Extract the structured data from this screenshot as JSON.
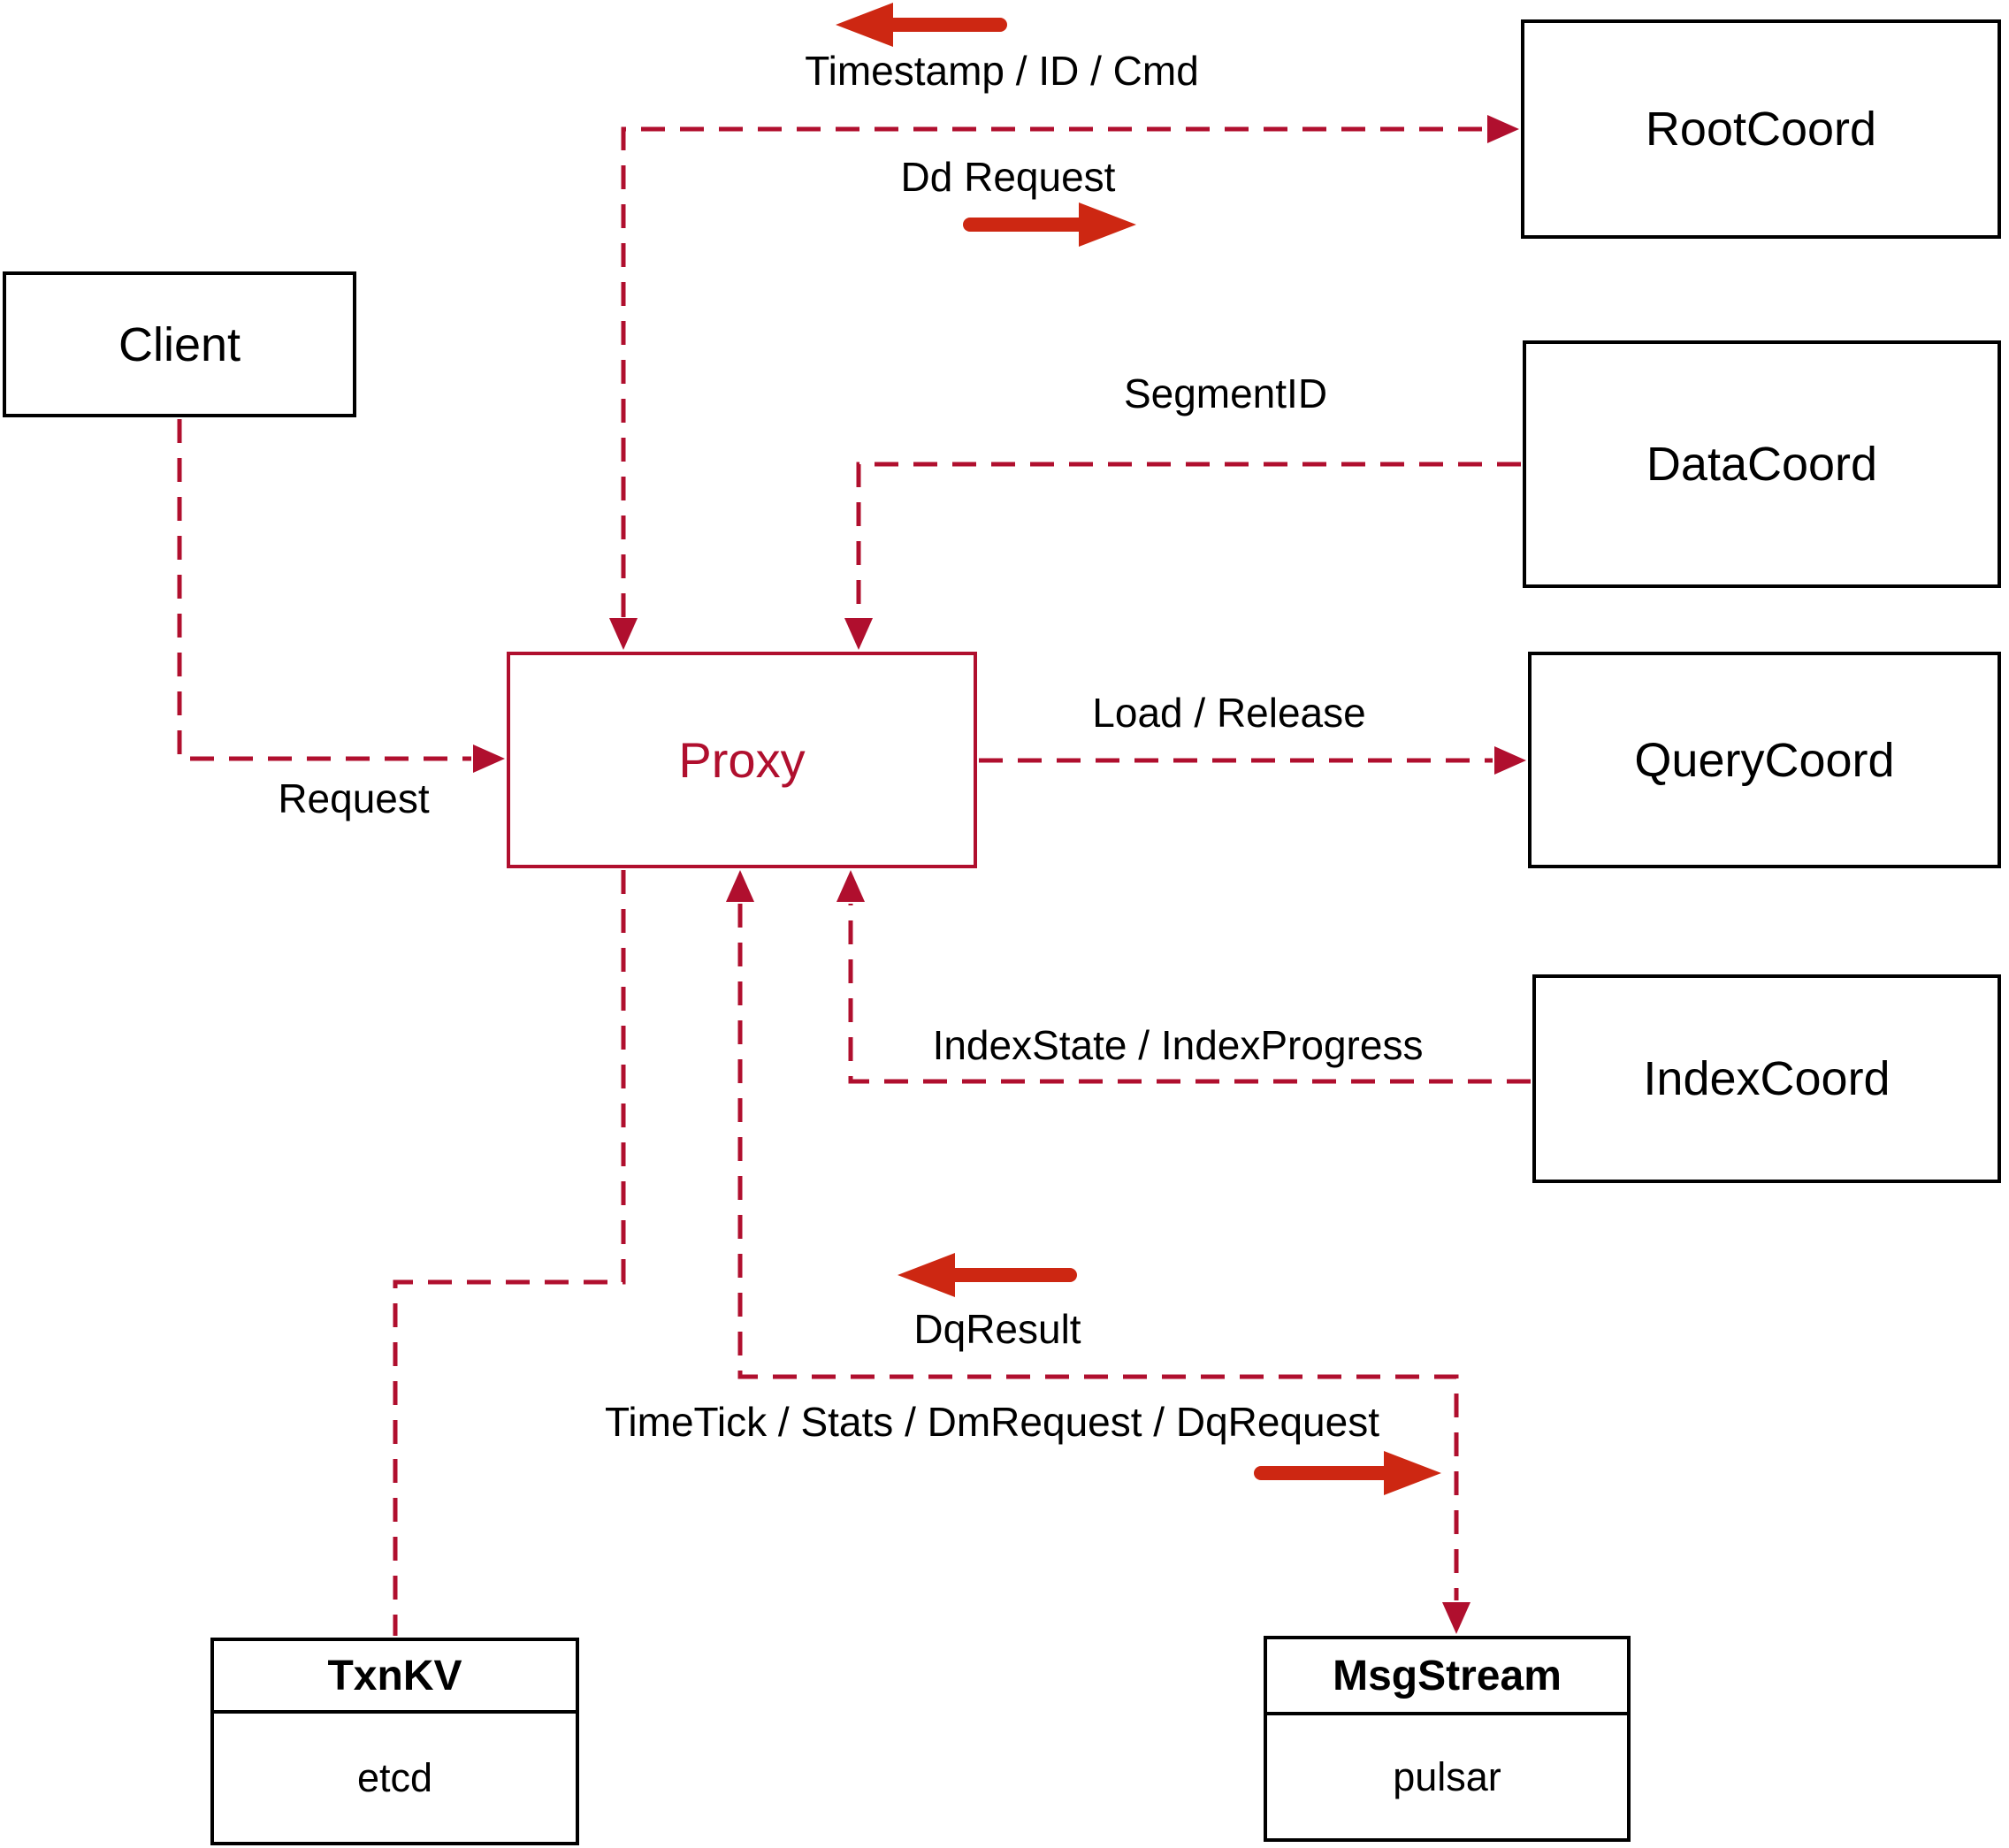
{
  "colors": {
    "dashed_line": "#b00f2e",
    "proxy_accent": "#b00f2e",
    "solid_arrow": "#cd2712",
    "box_border": "#000000",
    "text": "#000000",
    "background": "#ffffff"
  },
  "nodes": {
    "client": {
      "label": "Client"
    },
    "proxy": {
      "label": "Proxy"
    },
    "rootcoord": {
      "label": "RootCoord"
    },
    "datacoord": {
      "label": "DataCoord"
    },
    "querycoord": {
      "label": "QueryCoord"
    },
    "indexcoord": {
      "label": "IndexCoord"
    },
    "txnkv": {
      "title": "TxnKV",
      "subtitle": "etcd"
    },
    "msgstream": {
      "title": "MsgStream",
      "subtitle": "pulsar"
    }
  },
  "edge_labels": {
    "request": "Request",
    "timestamp_id_cmd": "Timestamp / ID / Cmd",
    "dd_request": "Dd Request",
    "segment_id": "SegmentID",
    "load_release": "Load / Release",
    "index_state_progress": "IndexState / IndexProgress",
    "dq_result": "DqResult",
    "timetick_stats": "TimeTick / Stats / DmRequest / DqRequest"
  }
}
